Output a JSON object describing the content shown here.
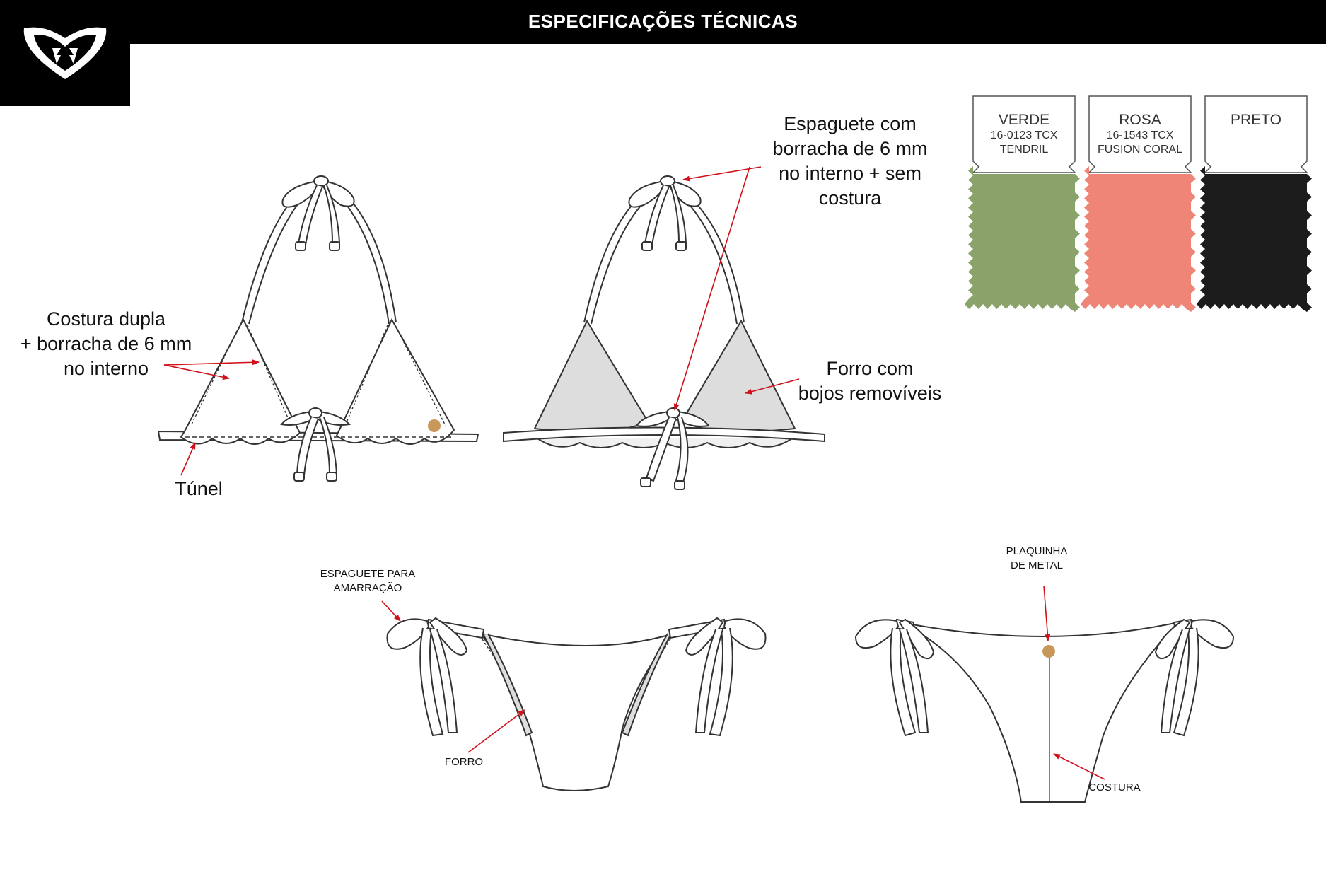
{
  "header": {
    "title": "ESPECIFICAÇÕES TÉCNICAS"
  },
  "brand": {
    "logo": "heart-logo-icon"
  },
  "annotations": {
    "top_front_stitch": [
      "Costura dupla",
      "+ borracha de 6 mm",
      "no interno"
    ],
    "top_front_tunnel": "Túnel",
    "top_back_strap": [
      "Espaguete com",
      "borracha de 6 mm",
      "no interno + sem",
      "costura"
    ],
    "top_back_lining": [
      "Forro com",
      "bojos removíveis"
    ],
    "bottom_front_tie": [
      "ESPAGUETE PARA",
      "AMARRAÇÃO"
    ],
    "bottom_front_lining": "FORRO",
    "bottom_back_plate": [
      "PLAQUINHA",
      "DE METAL"
    ],
    "bottom_back_seam": "COSTURA"
  },
  "swatches": [
    {
      "name": "VERDE",
      "code": "16-0123 TCX",
      "code_name": "TENDRIL",
      "color": "#89a36b"
    },
    {
      "name": "ROSA",
      "code": "16-1543 TCX",
      "code_name": "FUSION CORAL",
      "color": "#ef8577"
    },
    {
      "name": "PRETO",
      "code": "",
      "code_name": "",
      "color": "#1c1c1c"
    }
  ],
  "colors": {
    "annotation_arrow": "#d0101a",
    "metal_plate": "#c8975a",
    "lining": "#dddddd"
  }
}
